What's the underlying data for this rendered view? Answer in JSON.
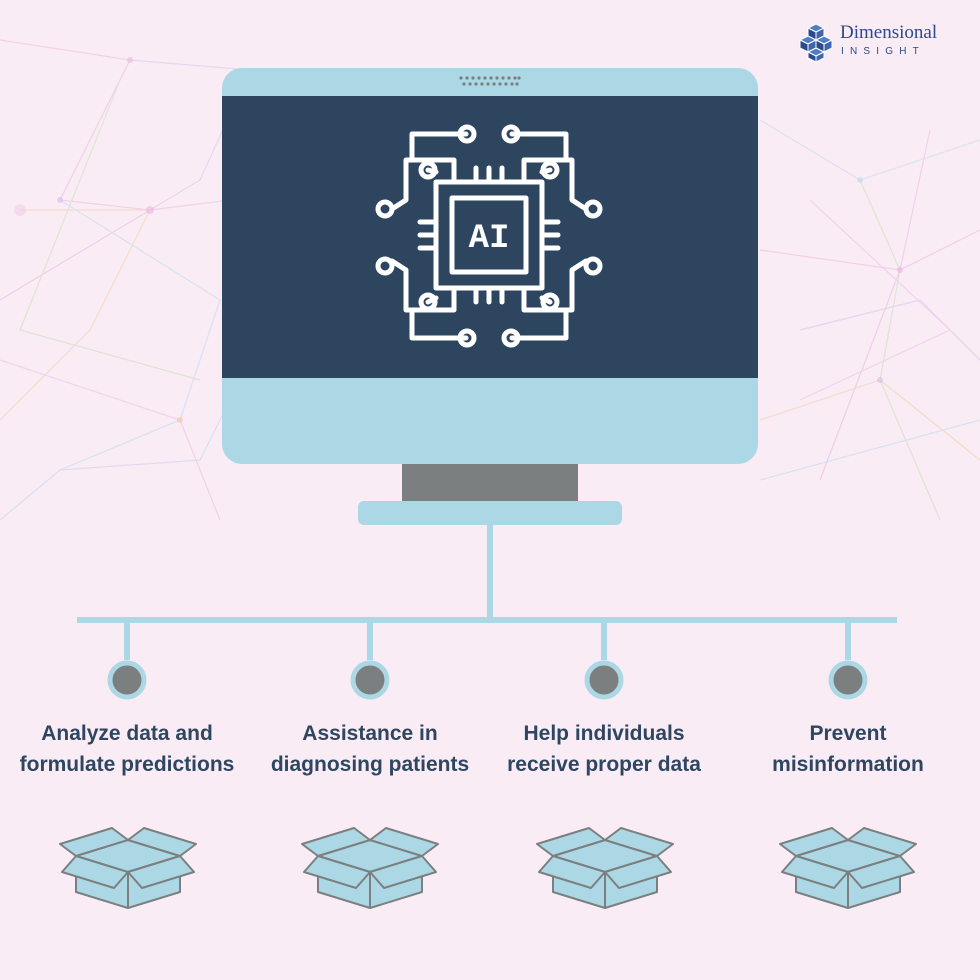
{
  "brand": {
    "name": "Dimensional",
    "tagline": "INSIGHT",
    "mark_icon": "stacked-cubes-logo"
  },
  "colors": {
    "background": "#f9ecf5",
    "monitor_frame": "#acd8e6",
    "screen": "#2e4560",
    "stand": "#7c7f80",
    "node_fill": "#7c7f80",
    "text": "#2e4660",
    "box_fill": "#acd8e6",
    "box_stroke": "#7c7f80"
  },
  "screen_icon": {
    "name": "ai-chip-icon",
    "chip_text": "AI"
  },
  "branches": [
    {
      "label": "Analyze data and formulate predictions",
      "icon": "open-box-icon"
    },
    {
      "label": "Assistance in diagnosing patients",
      "icon": "open-box-icon"
    },
    {
      "label": "Help individuals receive proper data",
      "icon": "open-box-icon"
    },
    {
      "label": "Prevent misinformation",
      "icon": "open-box-icon"
    }
  ]
}
